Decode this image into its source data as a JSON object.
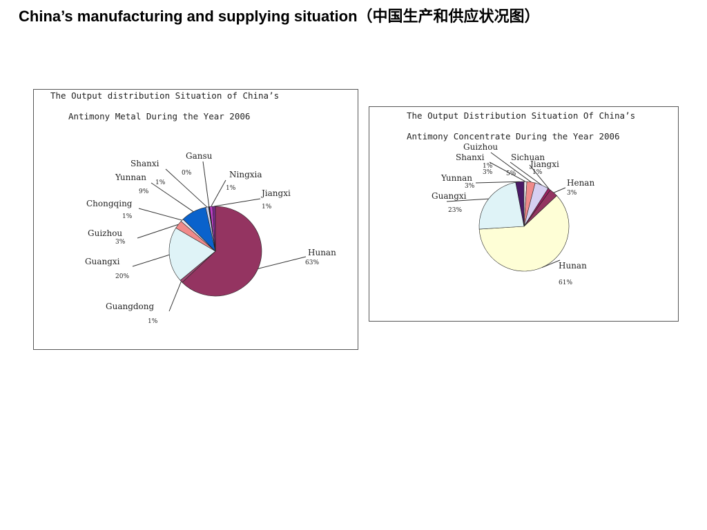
{
  "title": "China’s manufacturing and supplying situation（中国生产和供应状况图）",
  "chart_data": [
    {
      "type": "pie",
      "title_lines": [
        "The Output distribution Situation of China’s",
        "Antimony Metal During the Year 2006"
      ],
      "slices": [
        {
          "name": "Hunan",
          "pct_label": "63%",
          "value": 63,
          "color": "#943461"
        },
        {
          "name": "Guangdong",
          "pct_label": "1%",
          "value": 1,
          "color": "#9e4a73"
        },
        {
          "name": "Guangxi",
          "pct_label": "20%",
          "value": 20,
          "color": "#dff3f7"
        },
        {
          "name": "Guizhou",
          "pct_label": "3%",
          "value": 3,
          "color": "#f08a8a"
        },
        {
          "name": "Chongqing",
          "pct_label": "1%",
          "value": 1,
          "color": "#e6e6f2"
        },
        {
          "name": "Yunnan",
          "pct_label": "9%",
          "value": 9,
          "color": "#0a62cc"
        },
        {
          "name": "Shanxi",
          "pct_label": "1%",
          "value": 1,
          "color": "#c8d2f0"
        },
        {
          "name": "Gansu",
          "pct_label": "0%",
          "value": 0.4,
          "color": "#222222"
        },
        {
          "name": "Ningxia",
          "pct_label": "1%",
          "value": 1,
          "color": "#c040c8"
        },
        {
          "name": "Jiangxi",
          "pct_label": "1%",
          "value": 1,
          "color": "#7a2a8a"
        }
      ]
    },
    {
      "type": "pie",
      "title_lines": [
        "The Output Distribution Situation Of China’s",
        "Antimony Concentrate During the Year 2006"
      ],
      "slices": [
        {
          "name": "Hunan",
          "pct_label": "61%",
          "value": 61,
          "color": "#fefed6"
        },
        {
          "name": "Guangxi",
          "pct_label": "23%",
          "value": 23,
          "color": "#dff3f7"
        },
        {
          "name": "Yunnan",
          "pct_label": "3%",
          "value": 3,
          "color": "#4a1a66"
        },
        {
          "name": "Shanxi",
          "pct_label": "1%",
          "value": 1,
          "color": "#e8e8e8"
        },
        {
          "name": "Guizhou",
          "pct_label": "3%",
          "value": 3,
          "color": "#f08a8a"
        },
        {
          "name": "Sichuan",
          "pct_label": "5%",
          "value": 5,
          "color": "#d6d0f2"
        },
        {
          "name": "Jiangxi",
          "pct_label": "1%",
          "value": 1,
          "color": "#9a2060"
        },
        {
          "name": "Henan",
          "pct_label": "3%",
          "value": 3,
          "color": "#943461"
        }
      ]
    }
  ]
}
